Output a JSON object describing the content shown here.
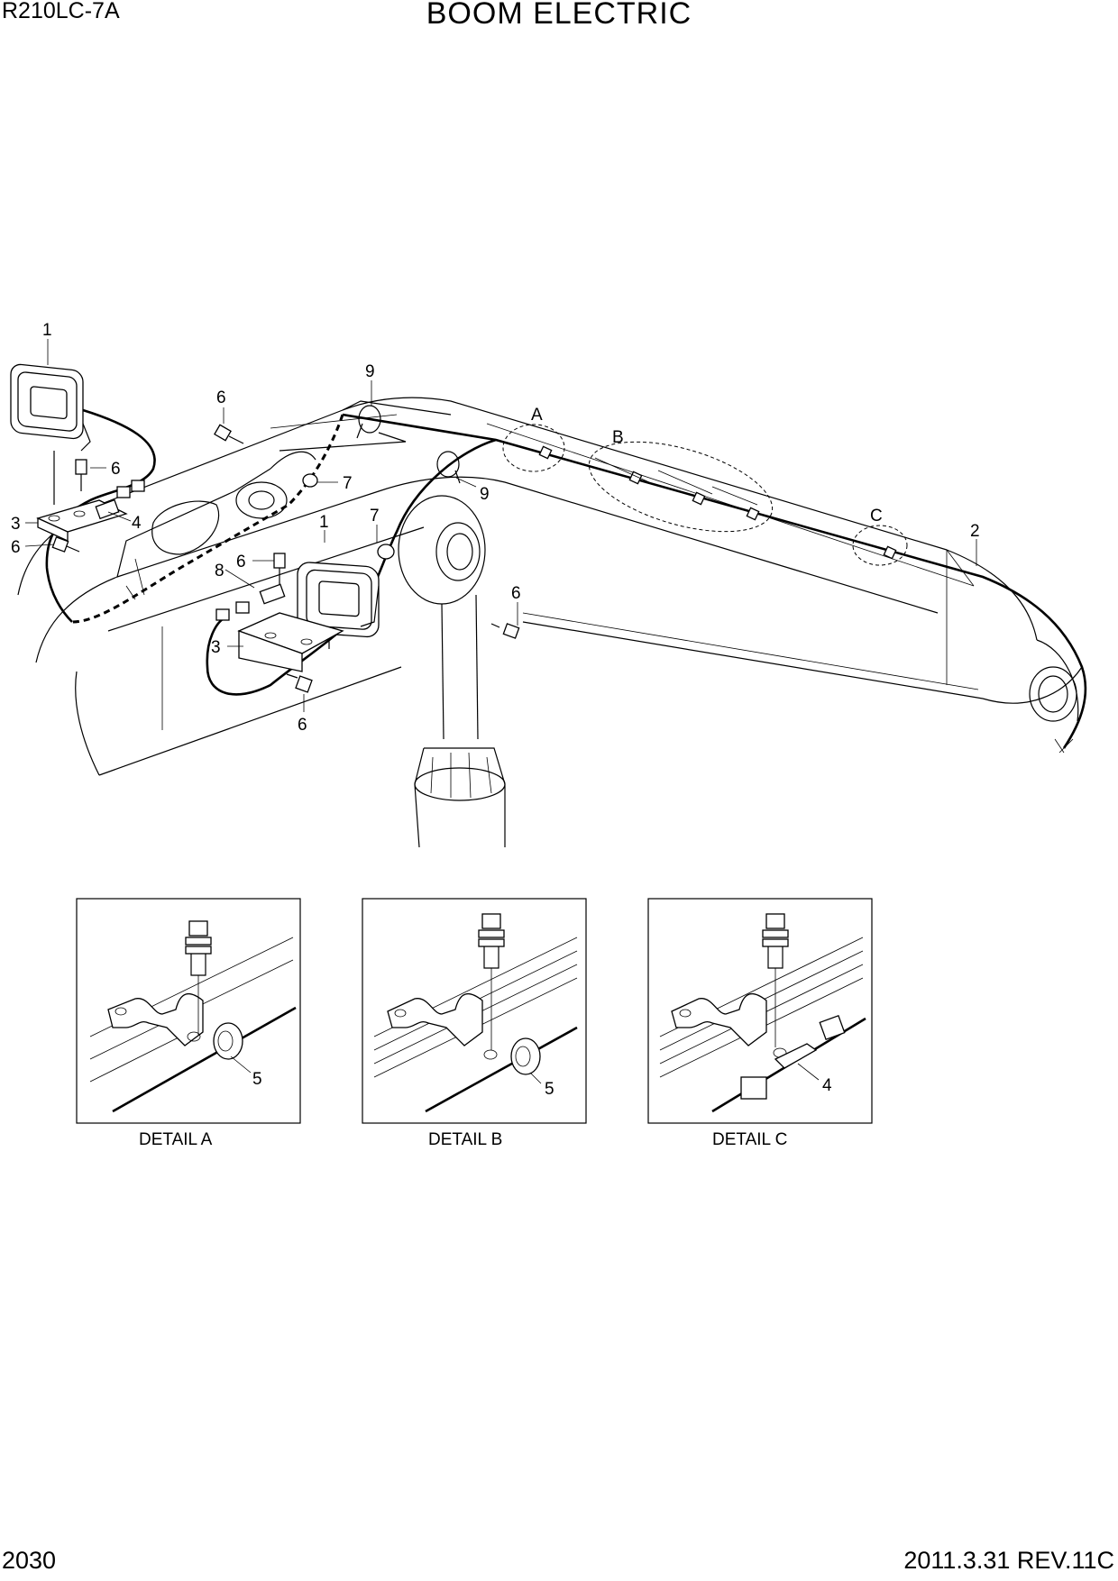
{
  "header": {
    "model": "R210LC-7A",
    "title": "BOOM ELECTRIC"
  },
  "footer": {
    "page_number": "2030",
    "revision": "2011.3.31 REV.11C"
  },
  "callouts": {
    "lamp_left": "1",
    "lamp_right": "1",
    "harness": "2",
    "bracket_left": "3",
    "bracket_right": "3",
    "connector_left": "4",
    "bolt_top": "6",
    "bolt_left_a": "6",
    "bolt_left_b": "6",
    "bolt_mid": "6",
    "bolt_center": "6",
    "bolt_bottom": "6",
    "clip_left": "7",
    "clip_center": "7",
    "connector_mid": "8",
    "tie_top": "9",
    "tie_center": "9",
    "detail_a": "A",
    "detail_b": "B",
    "detail_c": "C"
  },
  "details": [
    {
      "caption": "DETAIL A",
      "callout": "5"
    },
    {
      "caption": "DETAIL B",
      "callout": "5"
    },
    {
      "caption": "DETAIL C",
      "callout": "4"
    }
  ]
}
